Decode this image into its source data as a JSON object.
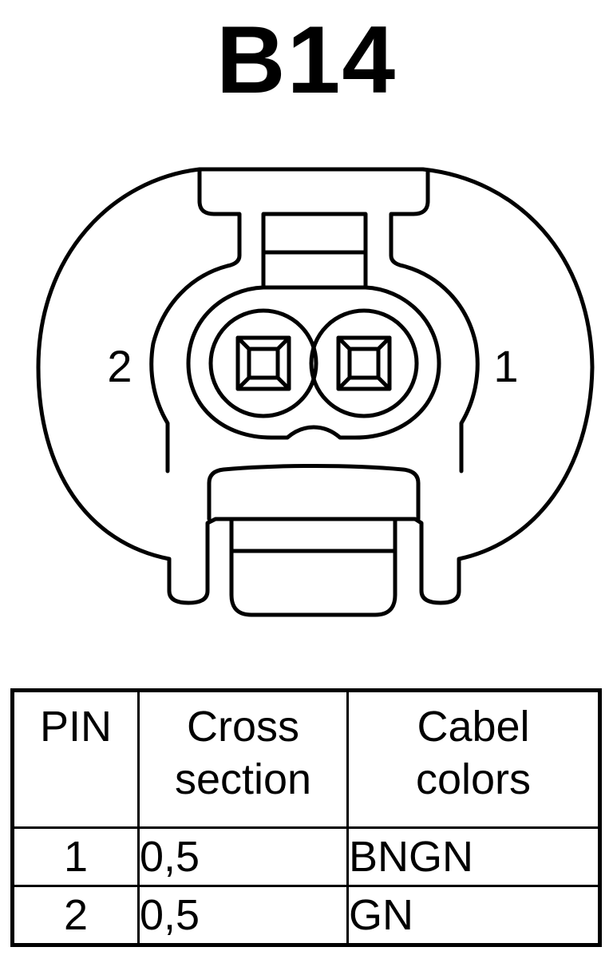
{
  "title": "B14",
  "connector": {
    "pin_labels": [
      "2",
      "1"
    ]
  },
  "table": {
    "headers": {
      "pin": "PIN",
      "cross_section": [
        "Cross",
        "section"
      ],
      "cable_colors": [
        "Cabel",
        "colors"
      ]
    },
    "rows": [
      {
        "pin": "1",
        "cross_section": "0,5",
        "color": "BNGN"
      },
      {
        "pin": "2",
        "cross_section": "0,5",
        "color": "GN"
      }
    ]
  }
}
